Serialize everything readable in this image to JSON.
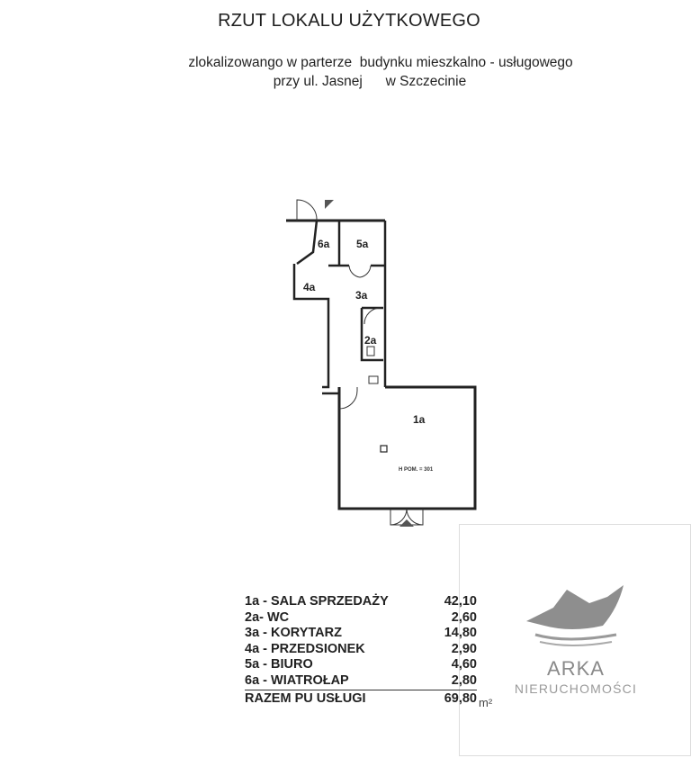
{
  "document": {
    "title": "RZUT LOKALU UŻYTKOWEGO",
    "subtitle_line1": "zlokalizowango w parterze  budynku mieszkalno - usługowego",
    "subtitle_line2": "przy ul. Jasnej      w Szczecinie"
  },
  "plan": {
    "room_labels": [
      "1a",
      "2a",
      "3a",
      "4a",
      "5a",
      "6a"
    ],
    "height_note": "H POM. = 301"
  },
  "rooms": [
    {
      "label": "1a - SALA SPRZEDAŻY",
      "area": "42,10"
    },
    {
      "label": "2a-  WC",
      "area": "2,60"
    },
    {
      "label": "3a - KORYTARZ",
      "area": "14,80"
    },
    {
      "label": "4a - PRZEDSIONEK",
      "area": "2,90"
    },
    {
      "label": "5a - BIURO",
      "area": "4,60"
    },
    {
      "label": "6a - WIATROŁAP",
      "area": "2,80"
    }
  ],
  "total": {
    "label": "RAZEM PU  USŁUGI",
    "area": "69,80",
    "unit": "m²"
  },
  "watermark": {
    "brand": "ARKA",
    "tagline": "NIERUCHOMOŚCI",
    "color": "#8a8a8a"
  }
}
